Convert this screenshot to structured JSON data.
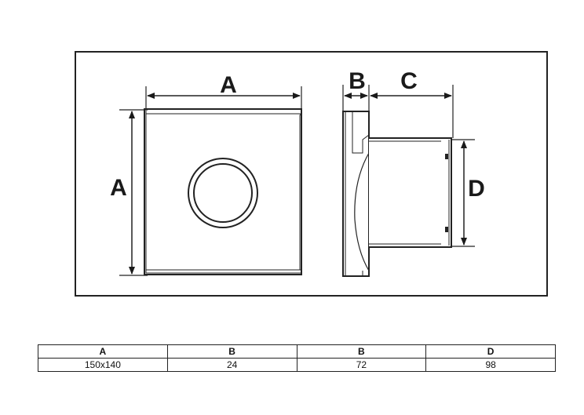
{
  "drawing": {
    "front_width_label": "A",
    "front_height_label": "A",
    "side_depth_label": "B",
    "side_length_label": "C",
    "side_height_label": "D"
  },
  "table": {
    "headers": [
      "A",
      "B",
      "B",
      "D"
    ],
    "rows": [
      [
        "150x140",
        "24",
        "72",
        "98"
      ]
    ]
  }
}
